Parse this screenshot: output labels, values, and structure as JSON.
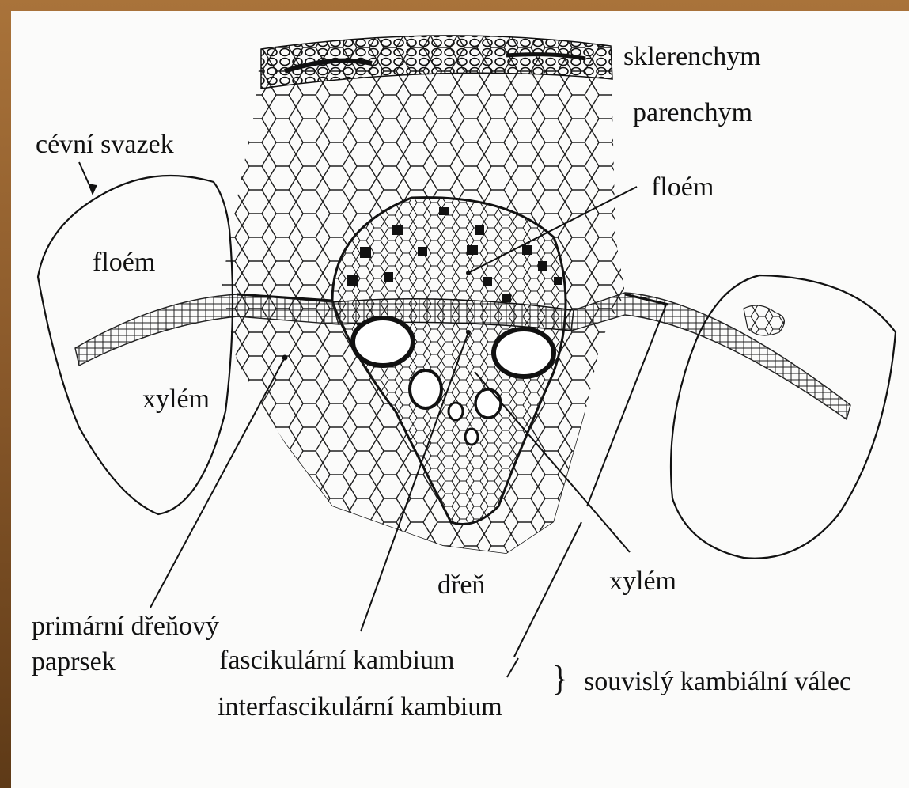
{
  "labels": {
    "sklerenchym": "sklerenchym",
    "parenchym": "parenchym",
    "cevni_svazek": "cévní svazek",
    "floem_right": "floém",
    "floem_left": "floém",
    "xylem_left": "xylém",
    "dren": "dřeň",
    "xylem_right": "xylém",
    "primarni_line1": "primární dřeňový",
    "primarni_line2": "paprsek",
    "fascikularni": "fascikulární kambium",
    "interfascikularni": "interfascikulární kambium",
    "brace": "}",
    "souvisly": "souvislý kambiální válec"
  }
}
